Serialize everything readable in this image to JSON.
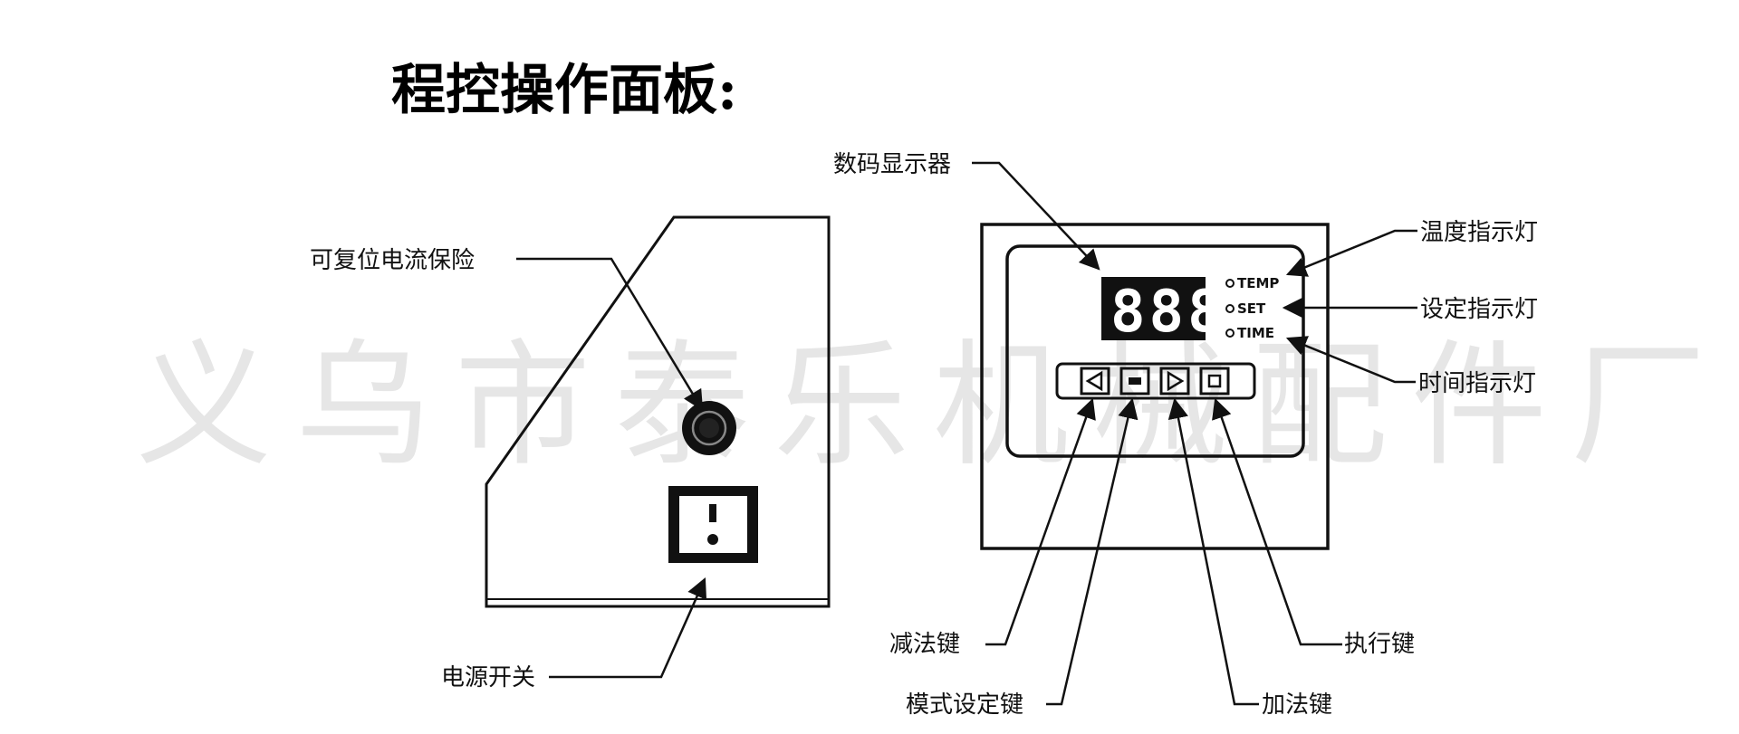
{
  "title": "程控操作面板:",
  "watermark": "义乌市泰乐机械配件厂",
  "left_panel": {
    "fuse_label": "可复位电流保险",
    "switch_label": "电源开关"
  },
  "controller": {
    "display_label": "数码显示器",
    "display_digits": "888",
    "indicators": [
      {
        "text": "TEMP",
        "label": "温度指示灯"
      },
      {
        "text": "SET",
        "label": "设定指示灯"
      },
      {
        "text": "TIME",
        "label": "时间指示灯"
      }
    ],
    "buttons": [
      {
        "label": "减法键",
        "icon": "left-triangle-icon"
      },
      {
        "label": "模式设定键",
        "icon": "mode-icon"
      },
      {
        "label": "加法键",
        "icon": "right-triangle-icon"
      },
      {
        "label": "执行键",
        "icon": "execute-icon"
      }
    ]
  }
}
